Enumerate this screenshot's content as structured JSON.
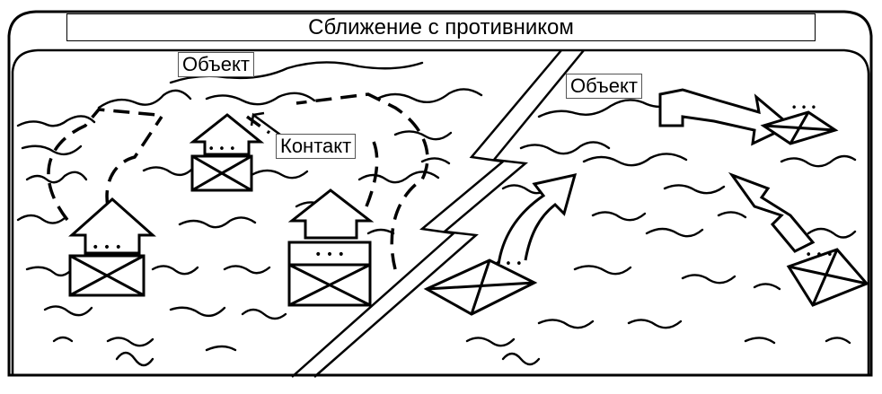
{
  "title": "Сближение с противником",
  "labels": {
    "objective_left": "Объект",
    "contact": "Контакт",
    "objective_right": "Объект"
  }
}
